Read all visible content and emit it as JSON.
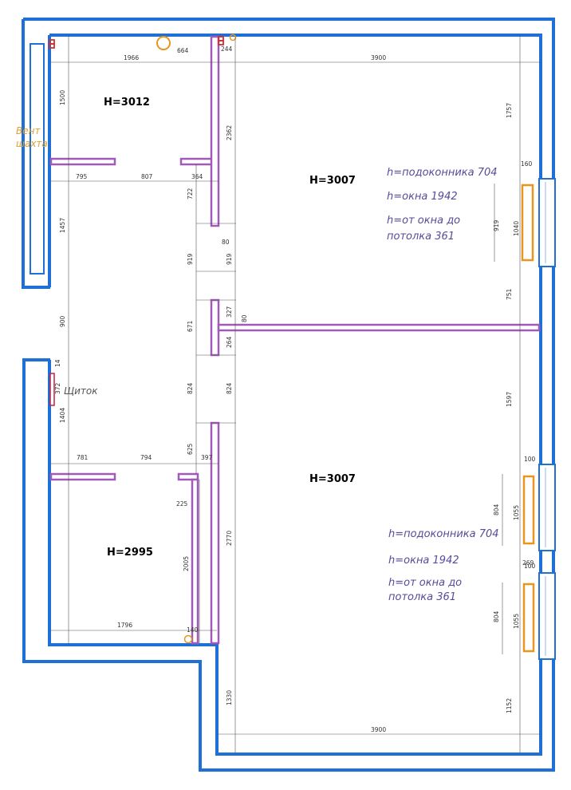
{
  "rooms": {
    "room1": {
      "height_label": "H=3012"
    },
    "room2": {
      "height_label": "H=3007"
    },
    "room3": {
      "height_label": "H=3007"
    },
    "room4": {
      "height_label": "H=2995"
    }
  },
  "notes": {
    "upper": {
      "sill": "h=подоконника 704",
      "window": "h=окна 1942",
      "ceiling_line1": "h=от окна до",
      "ceiling_line2": "потолка 361"
    },
    "lower": {
      "sill": "h=подоконника 704",
      "window": "h=окна 1942",
      "ceiling_line1": "h=от окна до",
      "ceiling_line2": "потолка 361"
    }
  },
  "labels": {
    "vent_line1": "Вент",
    "vent_line2": "шахта",
    "panel": "Щиток"
  },
  "dimensions": {
    "top_1966": "1966",
    "top_664": "664",
    "top_244": "244",
    "top_3900": "3900",
    "d_795": "795",
    "d_807": "807",
    "d_364": "364",
    "v_1500": "1500",
    "v_2362": "2362",
    "v_1757": "1757",
    "v_722": "722",
    "v_1457": "1457",
    "d_80a": "80",
    "v_919a": "919",
    "v_919b": "919",
    "d_160": "160",
    "v_1040": "1040",
    "v_919w": "919",
    "v_751": "751",
    "v_900": "900",
    "v_671": "671",
    "v_327": "327",
    "d_80b": "80",
    "v_264": "264",
    "v_14": "14",
    "v_372": "372",
    "v_824a": "824",
    "v_824b": "824",
    "v_1404": "1404",
    "v_1597": "1597",
    "d_781": "781",
    "d_794": "794",
    "v_625": "625",
    "d_397": "397",
    "d_100a": "100",
    "d_225": "225",
    "v_804a": "804",
    "v_1055a": "1055",
    "v_2005": "2005",
    "v_2770": "2770",
    "d_269": "269",
    "d_100b": "100",
    "v_804b": "804",
    "v_1055b": "1055",
    "d_1796": "1796",
    "d_140": "140",
    "v_1330": "1330",
    "v_1152": "1152",
    "bottom_3900": "3900"
  },
  "colors": {
    "outer_wall": "#1e6fd6",
    "partition": "#a05ab8",
    "window": "#e8961e",
    "vent_mark": "#d03030",
    "panel": "#c02040"
  }
}
